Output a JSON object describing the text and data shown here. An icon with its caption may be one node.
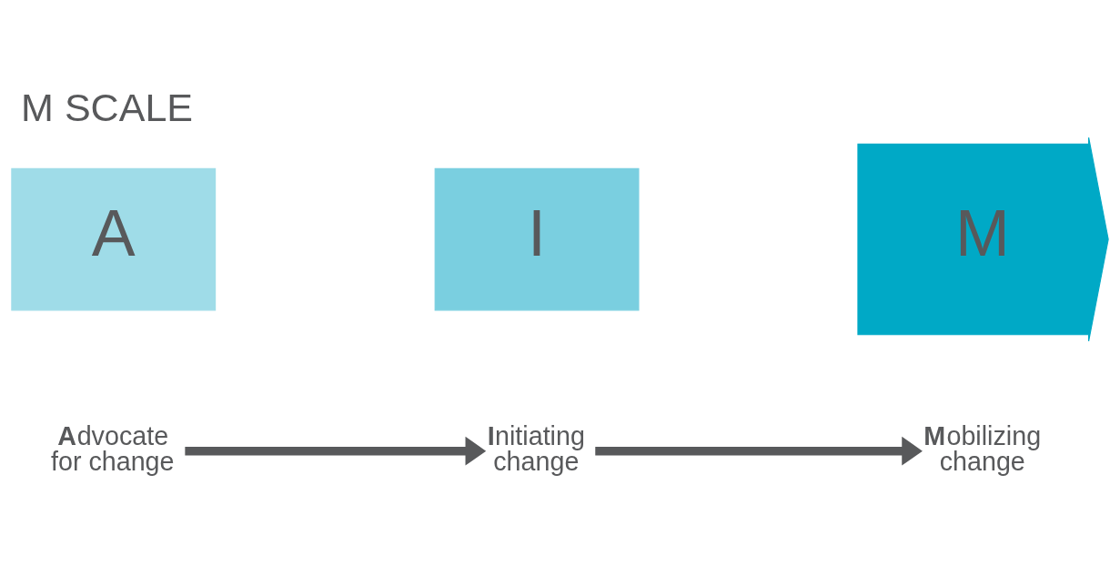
{
  "diagram": {
    "title": "M SCALE",
    "nodes": [
      {
        "text": [
          "A"
        ]
      },
      {
        "text": [
          "I"
        ]
      },
      {
        "text": [
          "M"
        ]
      },
      {
        "text": [
          "**A**dvocate for change"
        ]
      },
      {
        "text": [
          "**I**nitiating change"
        ]
      },
      {
        "text": [
          "**M**obilizing change"
        ]
      }
    ],
    "edges": [
      {
        "from": 3,
        "to": 4,
        "arrow": "to"
      },
      {
        "from": 4,
        "to": 5,
        "arrow": "to"
      }
    ]
  }
}
